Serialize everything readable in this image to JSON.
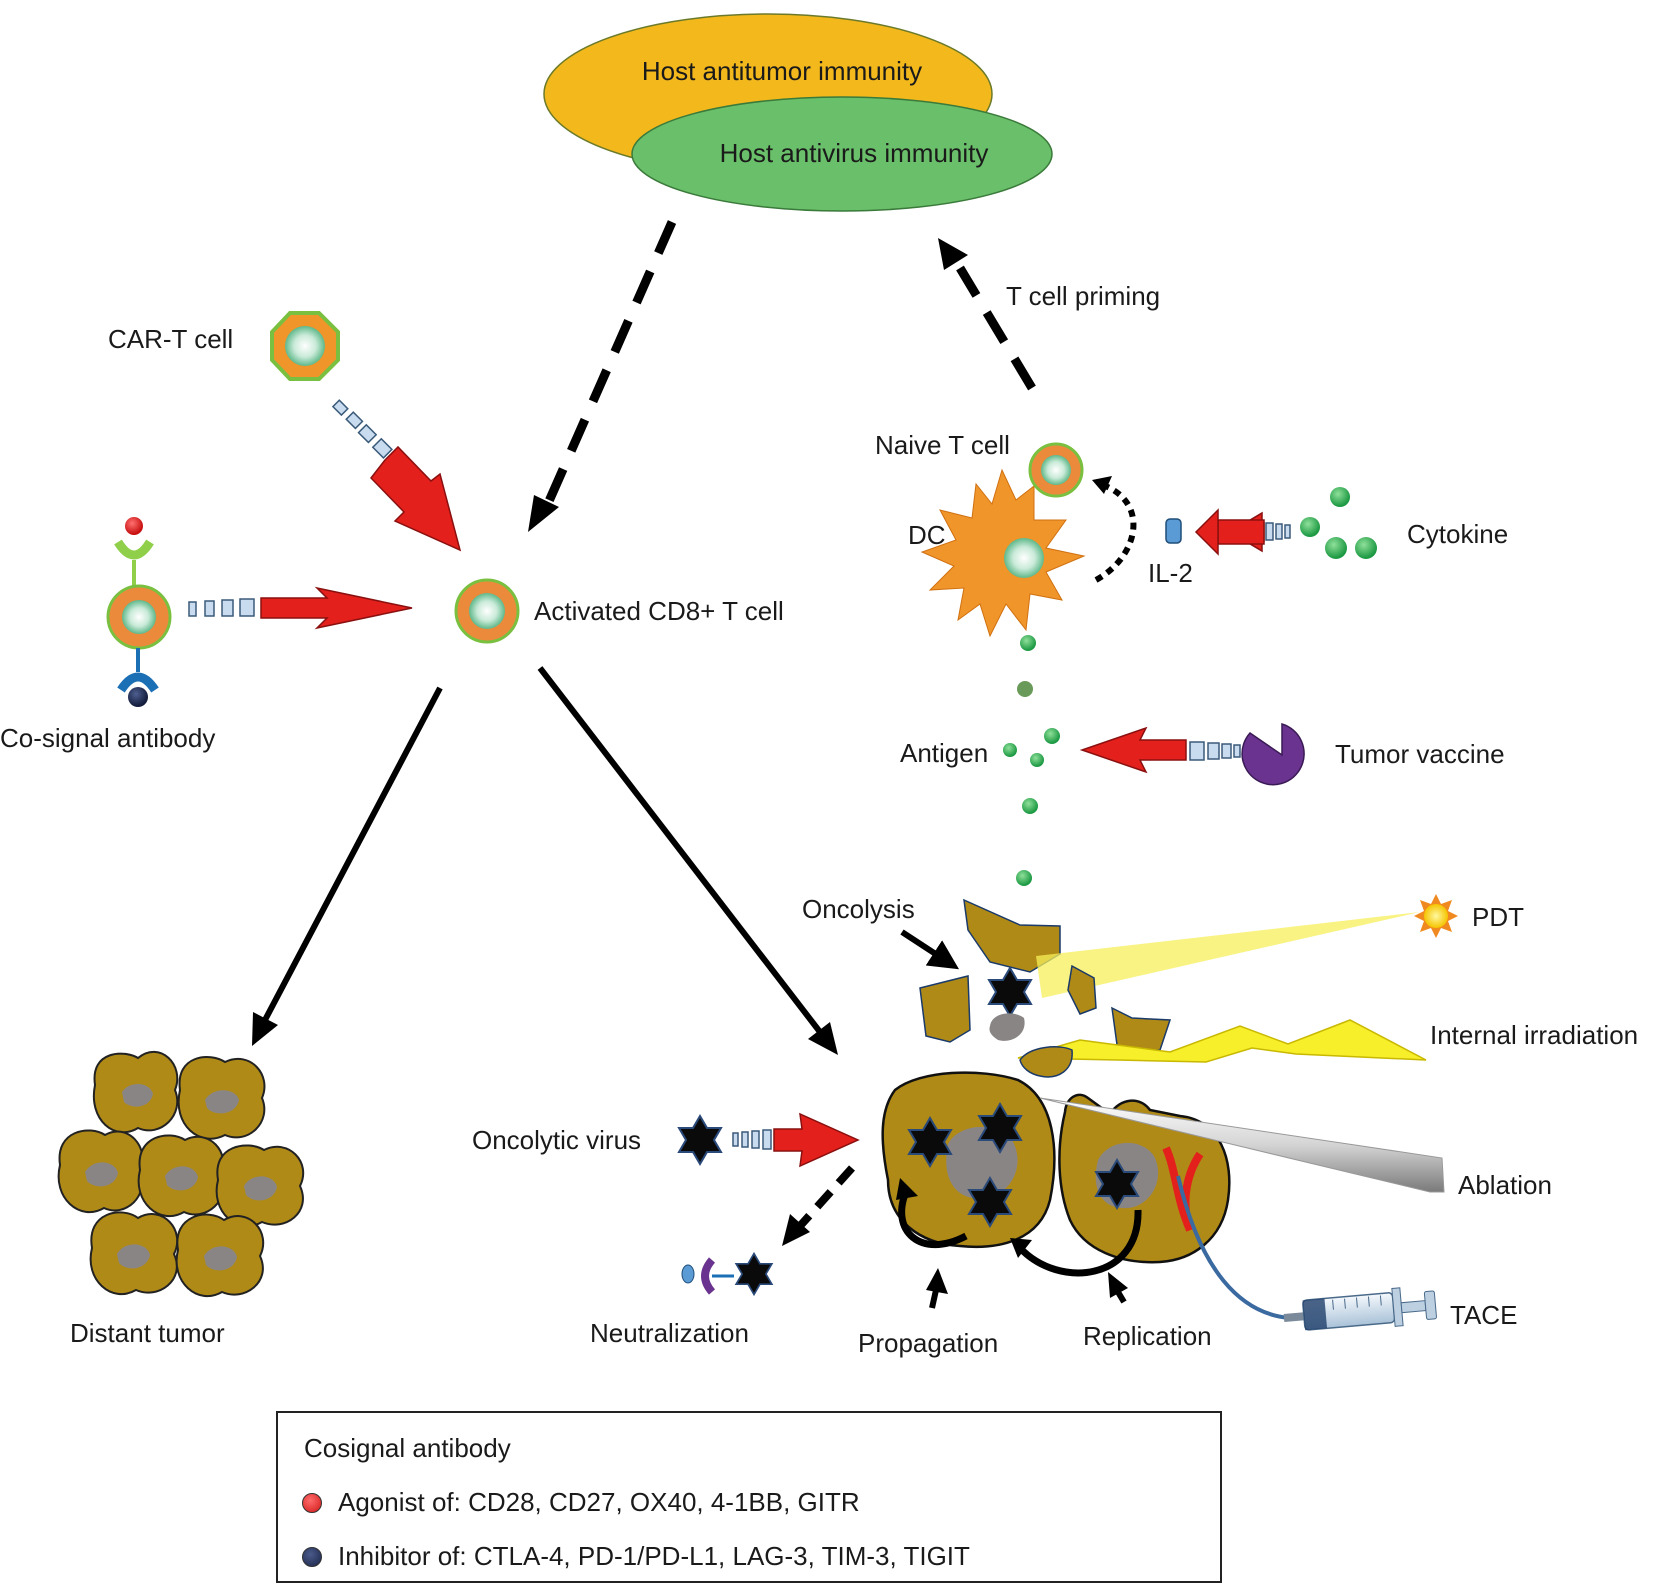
{
  "labels": {
    "host_antitumor": "Host antitumor immunity",
    "host_antivirus": "Host antivirus immunity",
    "t_cell_priming": "T cell priming",
    "car_t_cell": "CAR-T cell",
    "naive_t_cell": "Naive T cell",
    "dc": "DC",
    "il2": "IL-2",
    "cytokine": "Cytokine",
    "activated_cd8": "Activated CD8+ T cell",
    "co_signal_antibody": "Co-signal antibody",
    "antigen": "Antigen",
    "tumor_vaccine": "Tumor vaccine",
    "oncolysis": "Oncolysis",
    "pdt": "PDT",
    "internal_irradiation": "Internal irradiation",
    "oncolytic_virus": "Oncolytic virus",
    "ablation": "Ablation",
    "distant_tumor": "Distant tumor",
    "neutralization": "Neutralization",
    "propagation": "Propagation",
    "replication": "Replication",
    "tace": "TACE"
  },
  "legend": {
    "title": "Cosignal antibody",
    "agonist": "Agonist of: CD28, CD27, OX40, 4-1BB, GITR",
    "inhibitor": "Inhibitor of: CTLA-4, PD-1/PD-L1, LAG-3, TIM-3, TIGIT",
    "agonist_color": "#d01818",
    "inhibitor_color": "#1a2548"
  },
  "colors": {
    "antitumor_fill": "#f2b81c",
    "antivirus_fill": "#6abf6a",
    "tcell_ring": "#ec8a3c",
    "tumor_fill": "#b08a17",
    "nucleus_fill": "#8a8585",
    "dc_fill": "#f0952a",
    "arrow_red": "#e3201b",
    "virus_black": "#0a0a0a",
    "vaccine_purple": "#6a3390",
    "light_yellow": "#f7ef5a"
  }
}
